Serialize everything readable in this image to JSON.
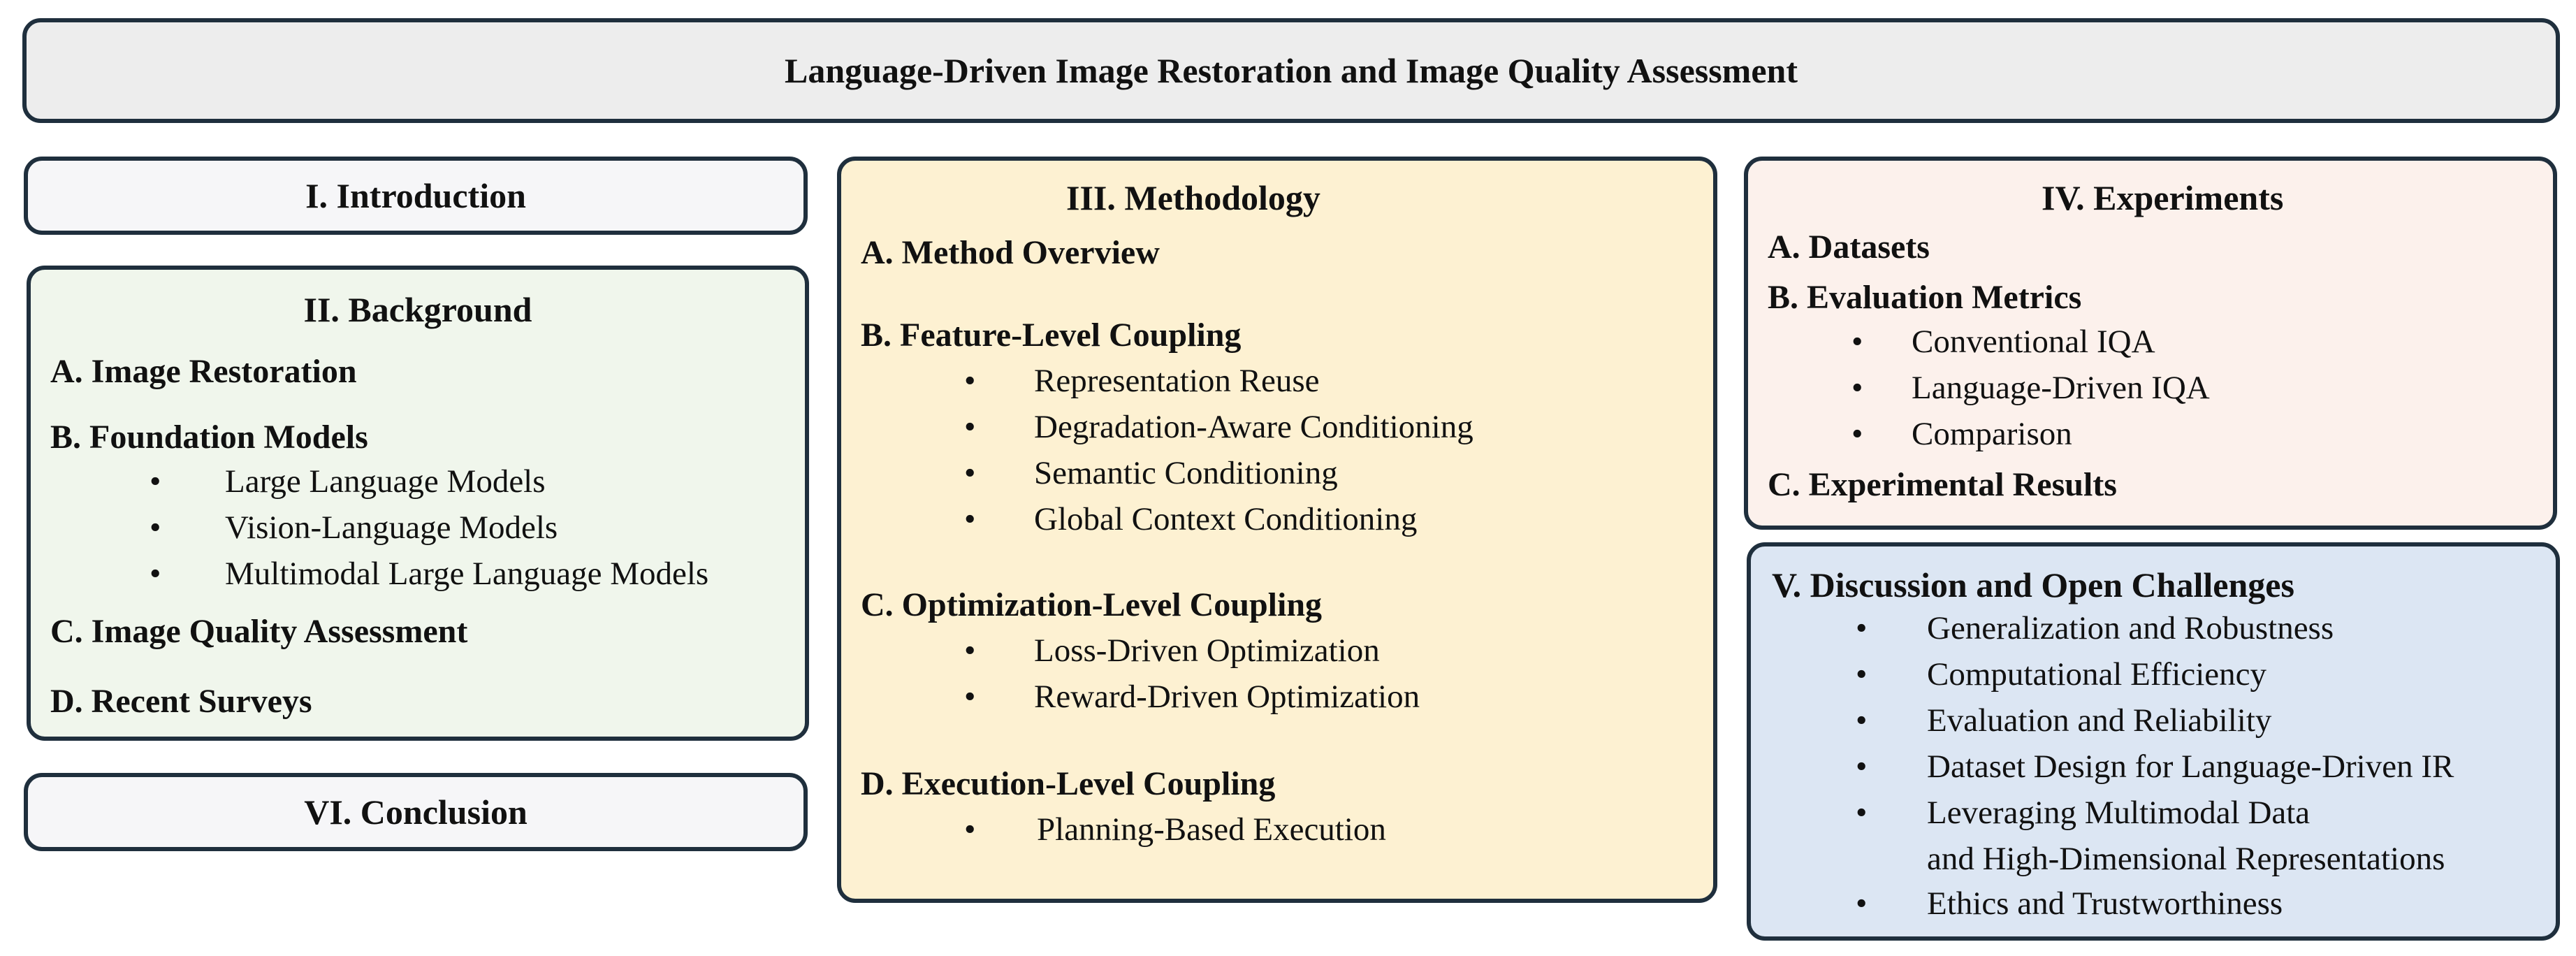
{
  "title": "Language-Driven Image Restoration and Image Quality Assessment",
  "introduction": {
    "title": "I. Introduction"
  },
  "background": {
    "title": "II. Background",
    "a": "A. Image Restoration",
    "b": "B. Foundation Models",
    "b_items": [
      "Large Language Models",
      "Vision-Language Models",
      "Multimodal Large Language Models"
    ],
    "c": "C. Image Quality Assessment",
    "d": "D. Recent Surveys"
  },
  "conclusion": {
    "title": "VI. Conclusion"
  },
  "methodology": {
    "title": "III. Methodology",
    "a": "A. Method Overview",
    "b": "B. Feature-Level Coupling",
    "b_items": [
      "Representation Reuse",
      "Degradation-Aware Conditioning",
      "Semantic Conditioning",
      "Global Context Conditioning"
    ],
    "c": "C. Optimization-Level Coupling",
    "c_items": [
      "Loss-Driven Optimization",
      "Reward-Driven Optimization"
    ],
    "d": "D. Execution-Level Coupling",
    "d_items": [
      "Planning-Based Execution"
    ]
  },
  "experiments": {
    "title": "IV. Experiments",
    "a": "A. Datasets",
    "b": "B. Evaluation Metrics",
    "b_items": [
      "Conventional IQA",
      "Language-Driven IQA",
      "Comparison"
    ],
    "c": "C. Experimental Results"
  },
  "discussion": {
    "title": "V. Discussion and Open Challenges",
    "items": [
      "Generalization and Robustness",
      "Computational Efficiency",
      "Evaluation and Reliability",
      "Dataset Design for Language-Driven IR",
      "Leveraging Multimodal Data",
      "Ethics and Trustworthiness"
    ],
    "item_continuation": "and High-Dimensional Representations"
  }
}
